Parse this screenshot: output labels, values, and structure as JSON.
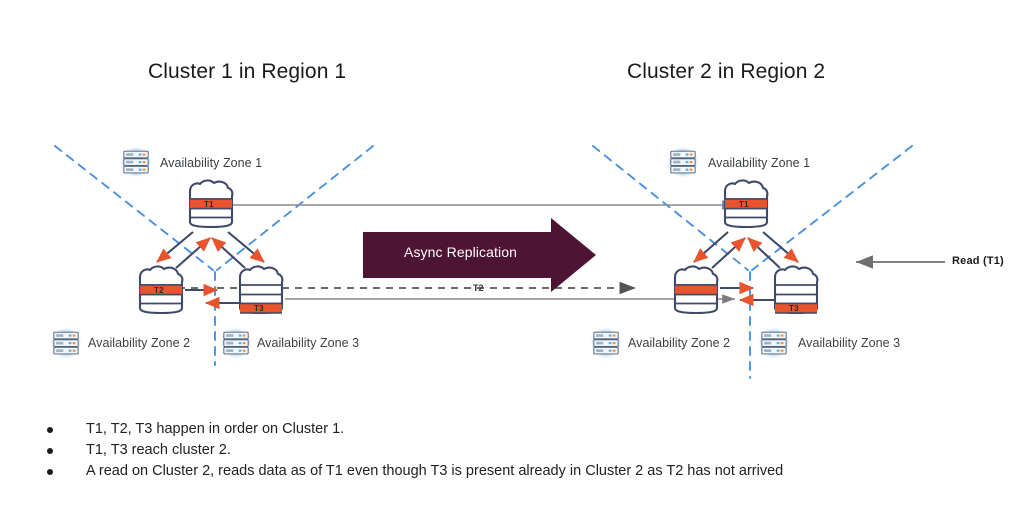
{
  "titles": {
    "left_cluster": "Cluster 1 in Region 1",
    "right_cluster": "Cluster 2 in Region 2"
  },
  "replication": {
    "banner_label": "Async Replication",
    "banner_color": "#4E1433",
    "pending_txn_label": "T2"
  },
  "read": {
    "label": "Read (T1)"
  },
  "colors": {
    "orange": "#E8542B",
    "navy": "#3F4A6B",
    "dashed_blue": "#4A90E2",
    "maroon": "#4E1433",
    "gray_line": "#8A8A8A",
    "server_glow": "#3E9BE0"
  },
  "left_cluster": {
    "zones": [
      {
        "name": "az1",
        "label": "Availability Zone 1",
        "icon": "server-rack-icon"
      },
      {
        "name": "az2",
        "label": "Availability Zone 2",
        "icon": "server-rack-icon"
      },
      {
        "name": "az3",
        "label": "Availability Zone 3",
        "icon": "server-rack-icon"
      }
    ],
    "nodes": [
      {
        "name": "node-top",
        "label": "T1",
        "band": "middle"
      },
      {
        "name": "node-bottom-left",
        "label": "T2",
        "band": "top"
      },
      {
        "name": "node-bottom-right",
        "label": "T3",
        "band": "bottom"
      }
    ]
  },
  "right_cluster": {
    "zones": [
      {
        "name": "az1",
        "label": "Availability Zone 1",
        "icon": "server-rack-icon"
      },
      {
        "name": "az2",
        "label": "Availability Zone 2",
        "icon": "server-rack-icon"
      },
      {
        "name": "az3",
        "label": "Availability Zone 3",
        "icon": "server-rack-icon"
      }
    ],
    "nodes": [
      {
        "name": "node-top",
        "label": "T1",
        "band": "middle"
      },
      {
        "name": "node-bottom-left",
        "label": "",
        "band": "top"
      },
      {
        "name": "node-bottom-right",
        "label": "T3",
        "band": "bottom"
      }
    ]
  },
  "notes": {
    "bullets": [
      "T1, T2, T3 happen in order on Cluster 1.",
      "T1, T3 reach cluster 2.",
      "A read on Cluster 2, reads data as of T1 even though T3 is present already in Cluster 2 as T2 has not arrived"
    ]
  }
}
